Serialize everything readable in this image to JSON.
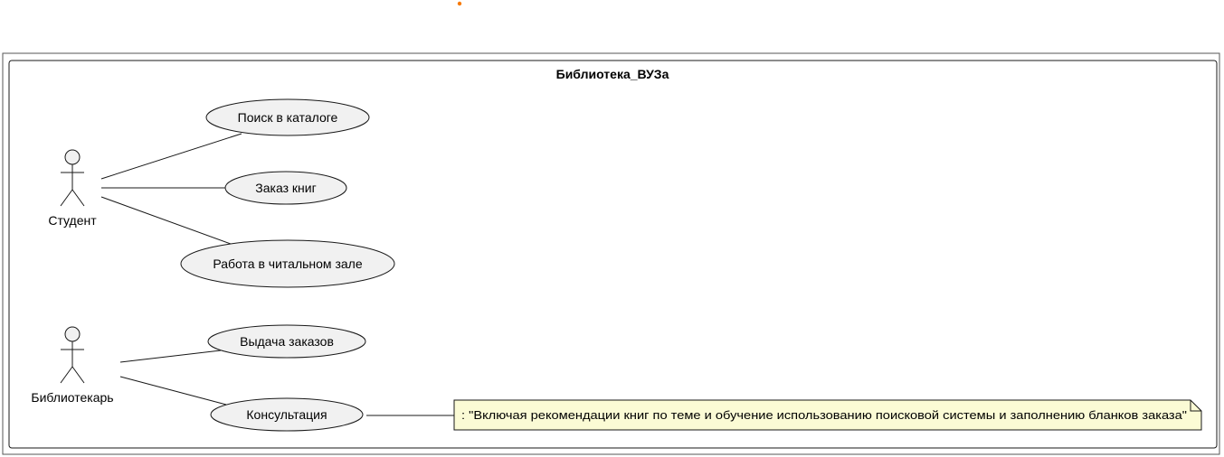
{
  "diagram": {
    "system_title": "Библиотека_ВУЗа",
    "actors": [
      {
        "id": "student",
        "name": "Студент"
      },
      {
        "id": "librarian",
        "name": "Библиотекарь"
      }
    ],
    "use_cases": [
      {
        "id": "search",
        "label": "Поиск в каталоге",
        "actor": "student"
      },
      {
        "id": "order",
        "label": "Заказ книг",
        "actor": "student"
      },
      {
        "id": "reading",
        "label": "Работа в читальном зале",
        "actor": "student"
      },
      {
        "id": "issue",
        "label": "Выдача заказов",
        "actor": "librarian"
      },
      {
        "id": "consult",
        "label": "Консультация",
        "actor": "librarian"
      }
    ],
    "note": {
      "attached_to": "consult",
      "text": ": \"Включая рекомендации книг по теме и обучение использованию поисковой системы и заполнению бланков заказа\""
    },
    "colors": {
      "use_case_fill": "#f1f1f1",
      "note_fill": "#fbfbd5",
      "line": "#181818",
      "accent_dot": "#f77a00"
    }
  }
}
